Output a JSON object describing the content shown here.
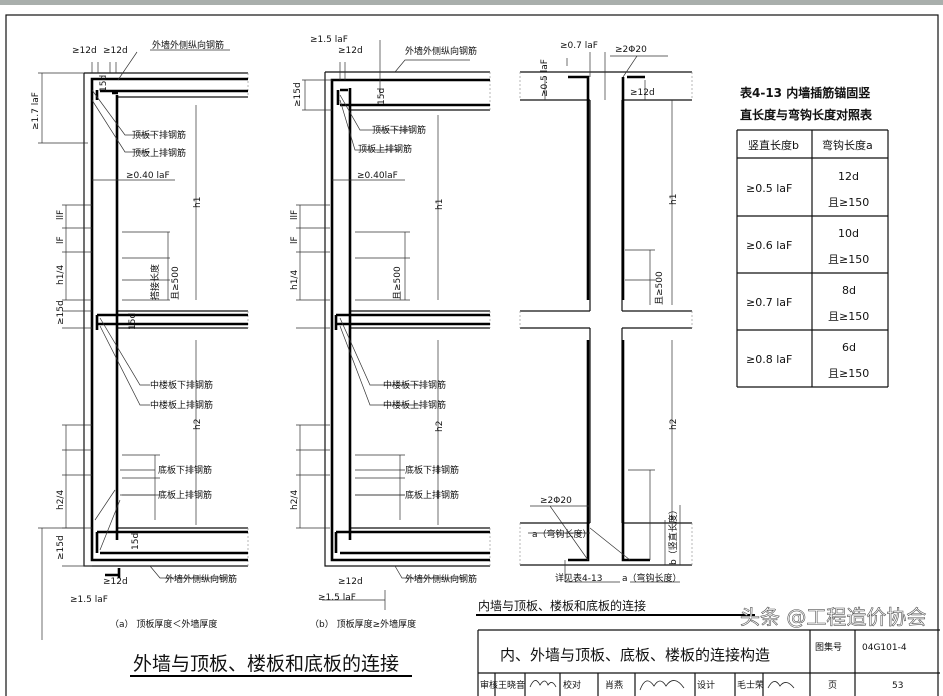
{
  "drawing_a": {
    "dim_12d_left": "≥12d",
    "dim_12d_right": "≥12d",
    "outer_wall_rebar": "外墙外侧纵向钢筋",
    "dim_17laf": "≥1.7 laF",
    "top_slab_bottom_rebar": "顶板下排钢筋",
    "top_slab_top_rebar": "顶板上排钢筋",
    "dim_040laf": "≥0.40 laF",
    "dim_15d_top": "15d",
    "h1": "h1",
    "h1_4": "h1/4",
    "h2": "h2",
    "h2_4": "h2/4",
    "llf": "llF",
    "lf": "lF",
    "splice_note": "且≥500",
    "splice_label": "搭接长度",
    "dim_15d_mid": "≥15d",
    "dim_15d_mid_v": "15d",
    "mid_slab_bottom_rebar": "中楼板下排钢筋",
    "mid_slab_top_rebar": "中楼板上排钢筋",
    "bottom_slab_bottom_rebar": "底板下排钢筋",
    "bottom_slab_top_rebar": "底板上排钢筋",
    "dim_15d_bottom": "≥15d",
    "dim_15d_bottom_v": "15d",
    "outer_wall_rebar_bottom": "外墙外侧纵向钢筋",
    "dim_12d_bottom": "≥12d",
    "dim_15laf": "≥1.5 laF",
    "caption": "（a）  顶板厚度＜外墙厚度"
  },
  "drawing_b": {
    "dim_15laf_top": "≥1.5 laF",
    "dim_12d": "≥12d",
    "outer_wall_rebar": "外墙外侧纵向钢筋",
    "dim_15d": "≥15d",
    "dim_15d_v": "15d",
    "top_slab_bottom_rebar": "顶板下排钢筋",
    "top_slab_top_rebar": "顶板上排钢筋",
    "dim_040laf": "≥0.40laF",
    "h1": "h1",
    "h1_4": "h1/4",
    "h2": "h2",
    "h2_4": "h2/4",
    "llf": "llF",
    "lf": "lF",
    "splice_note": "且≥500",
    "mid_slab_bottom_rebar": "中楼板下排钢筋",
    "mid_slab_top_rebar": "中楼板上排钢筋",
    "bottom_slab_bottom_rebar": "底板下排钢筋",
    "bottom_slab_top_rebar": "底板上排钢筋",
    "outer_wall_rebar_bottom": "外墙外侧纵向钢筋",
    "dim_12d_bottom": "≥12d",
    "dim_15laf": "≥1.5 laF",
    "caption": "（b）  顶板厚度≥外墙厚度"
  },
  "drawing_c": {
    "dim_07laf": "≥0.7 laF",
    "dim_2phi20_top": "≥2Φ20",
    "dim_05laf": "≥0.5 laF",
    "dim_12d": "≥12d",
    "h1": "h1",
    "h2": "h2",
    "splice_note": "且≥500",
    "dim_2phi20_bottom": "≥2Φ20",
    "hook_length": "a（弯钩长度）",
    "see_table": "详见表4-13",
    "hook_length_right": "a（弯钩长度）",
    "vertical_length": "b（竖直长度）",
    "caption": "内墙与顶板、楼板和底板的连接"
  },
  "table": {
    "title_line1": "表4-13  内墙插筋锚固竖",
    "title_line2": "直长度与弯钩长度对照表",
    "headers": [
      "竖直长度b",
      "弯钩长度a"
    ],
    "rows": [
      {
        "b": "≥0.5 laF",
        "a1": "12d",
        "a2": "且≥150"
      },
      {
        "b": "≥0.6 laF",
        "a1": "10d",
        "a2": "且≥150"
      },
      {
        "b": "≥0.7 laF",
        "a1": "8d",
        "a2": "且≥150"
      },
      {
        "b": "≥0.8 laF",
        "a1": "6d",
        "a2": "且≥150"
      }
    ]
  },
  "main_caption": "外墙与顶板、楼板和底板的连接",
  "title_block": {
    "title": "内、外墙与顶板、底板、楼板的连接构造",
    "atlas_label": "图集号",
    "atlas_no": "04G101-4",
    "review_label": "审核",
    "reviewer": "王晓音",
    "check_label": "校对",
    "checker": "肖燕",
    "design_label": "设计",
    "designer": "毛士荣",
    "page_label": "页",
    "page_no": "53"
  },
  "watermark": "头条 @工程造价协会"
}
